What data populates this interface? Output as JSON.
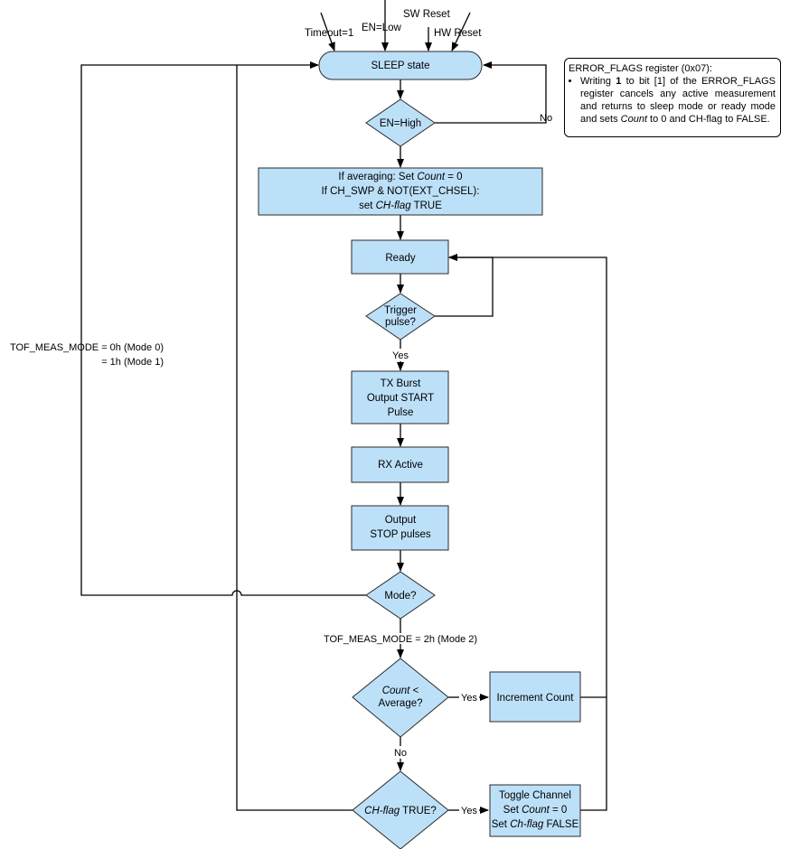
{
  "inputs": {
    "timeout": "Timeout=1",
    "en_low": "EN=Low",
    "sw_reset": "SW Reset",
    "hw_reset": "HW Reset"
  },
  "nodes": {
    "sleep": "SLEEP state",
    "en_high": "EN=High",
    "init_line1_prefix": "If averaging: Set ",
    "init_line1_var": "Count",
    "init_line1_suffix": " = 0",
    "init_line2": "If CH_SWP & NOT(EXT_CHSEL):",
    "init_line3_prefix": "set ",
    "init_line3_var": "CH-flag",
    "init_line3_suffix": " TRUE",
    "ready": "Ready",
    "trigger_line1": "Trigger",
    "trigger_line2": "pulse?",
    "tx_line1": "TX Burst",
    "tx_line2": "Output START",
    "tx_line3": "Pulse",
    "rx": "RX Active",
    "stop_line1": "Output",
    "stop_line2": "STOP pulses",
    "mode": "Mode?",
    "count_var": "Count",
    "count_line1_suffix": " <",
    "count_line2": "Average?",
    "increment": "Increment Count",
    "chflag_var": "CH-flag",
    "chflag_suffix": " TRUE?",
    "toggle_line1": "Toggle Channel",
    "toggle_line2_prefix": "Set ",
    "toggle_line2_var": "Count",
    "toggle_line2_suffix": " = 0",
    "toggle_line3_prefix": "Set ",
    "toggle_line3_var": "Ch-flag",
    "toggle_line3_suffix": " FALSE"
  },
  "edge_labels": {
    "no_en": "No",
    "yes_trigger": "Yes",
    "mode_left_line1": "TOF_MEAS_MODE = 0h (Mode 0)",
    "mode_left_line2": "= 1h (Mode 1)",
    "mode_down": "TOF_MEAS_MODE = 2h (Mode 2)",
    "yes_count": "Yes",
    "no_count": "No",
    "yes_chflag": "Yes"
  },
  "note": {
    "title": "ERROR_FLAGS register (0x07):",
    "text_before": "Writing ",
    "bold_value": "1",
    "text_middle": " to bit [1] of the ERROR_FLAGS register cancels any active measurement and returns to sleep mode or ready mode and sets ",
    "italic_var": "Count",
    "text_after": " to 0 and CH-flag to FALSE."
  },
  "colors": {
    "node_fill": "#bde0f9",
    "node_stroke": "#2a2a2a",
    "line": "#000000"
  }
}
